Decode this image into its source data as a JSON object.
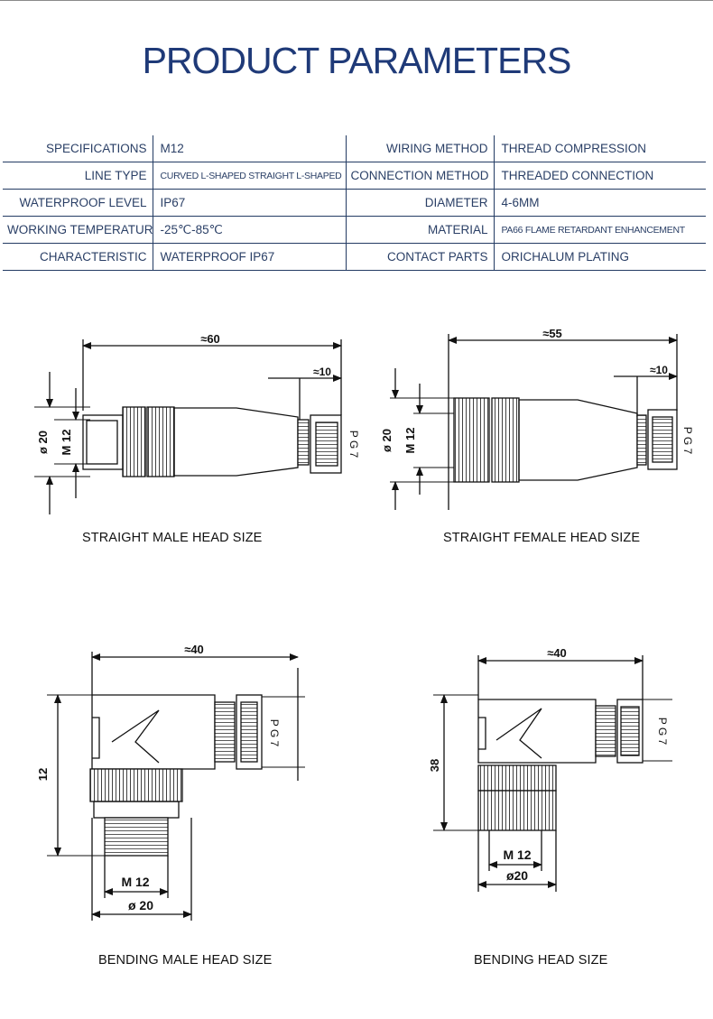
{
  "title": "PRODUCT PARAMETERS",
  "params": [
    {
      "k1": "SPECIFICATIONS",
      "v1": "M12",
      "k2": "WIRING METHOD",
      "v2": "THREAD COMPRESSION"
    },
    {
      "k1": "LINE TYPE",
      "v1": "CURVED L-SHAPED STRAIGHT L-SHAPED",
      "k2": "CONNECTION METHOD",
      "v2": "THREADED CONNECTION"
    },
    {
      "k1": "WATERPROOF LEVEL",
      "v1": "IP67",
      "k2": "DIAMETER",
      "v2": "4-6MM"
    },
    {
      "k1": "WORKING TEMPERATURE",
      "v1": "-25℃-85℃",
      "k2": "MATERIAL",
      "v2": "PA66 FLAME RETARDANT ENHANCEMENT"
    },
    {
      "k1": "CHARACTERISTIC",
      "v1": "WATERPROOF IP67",
      "k2": "CONTACT PARTS",
      "v2": "ORICHALUM PLATING"
    }
  ],
  "drawings": {
    "straight_male": {
      "caption": "STRAIGHT MALE HEAD SIZE",
      "length": "≈60",
      "tail": "≈10",
      "dia": "ø 20",
      "thread": "M 12",
      "gland": "P G 7"
    },
    "straight_female": {
      "caption": "STRAIGHT FEMALE HEAD SIZE",
      "length": "≈55",
      "tail": "≈10",
      "dia": "ø 20",
      "thread": "M 12",
      "gland": "P G 7"
    },
    "bending_male": {
      "caption": "BENDING MALE HEAD SIZE",
      "width": "≈40",
      "height": "12",
      "thread": "M 12",
      "dia": "ø 20",
      "gland": "P G 7"
    },
    "bending_female": {
      "caption": "BENDING HEAD SIZE",
      "width": "≈40",
      "height": "38",
      "thread": "M 12",
      "dia": "ø20",
      "gland": "P G 7"
    }
  }
}
